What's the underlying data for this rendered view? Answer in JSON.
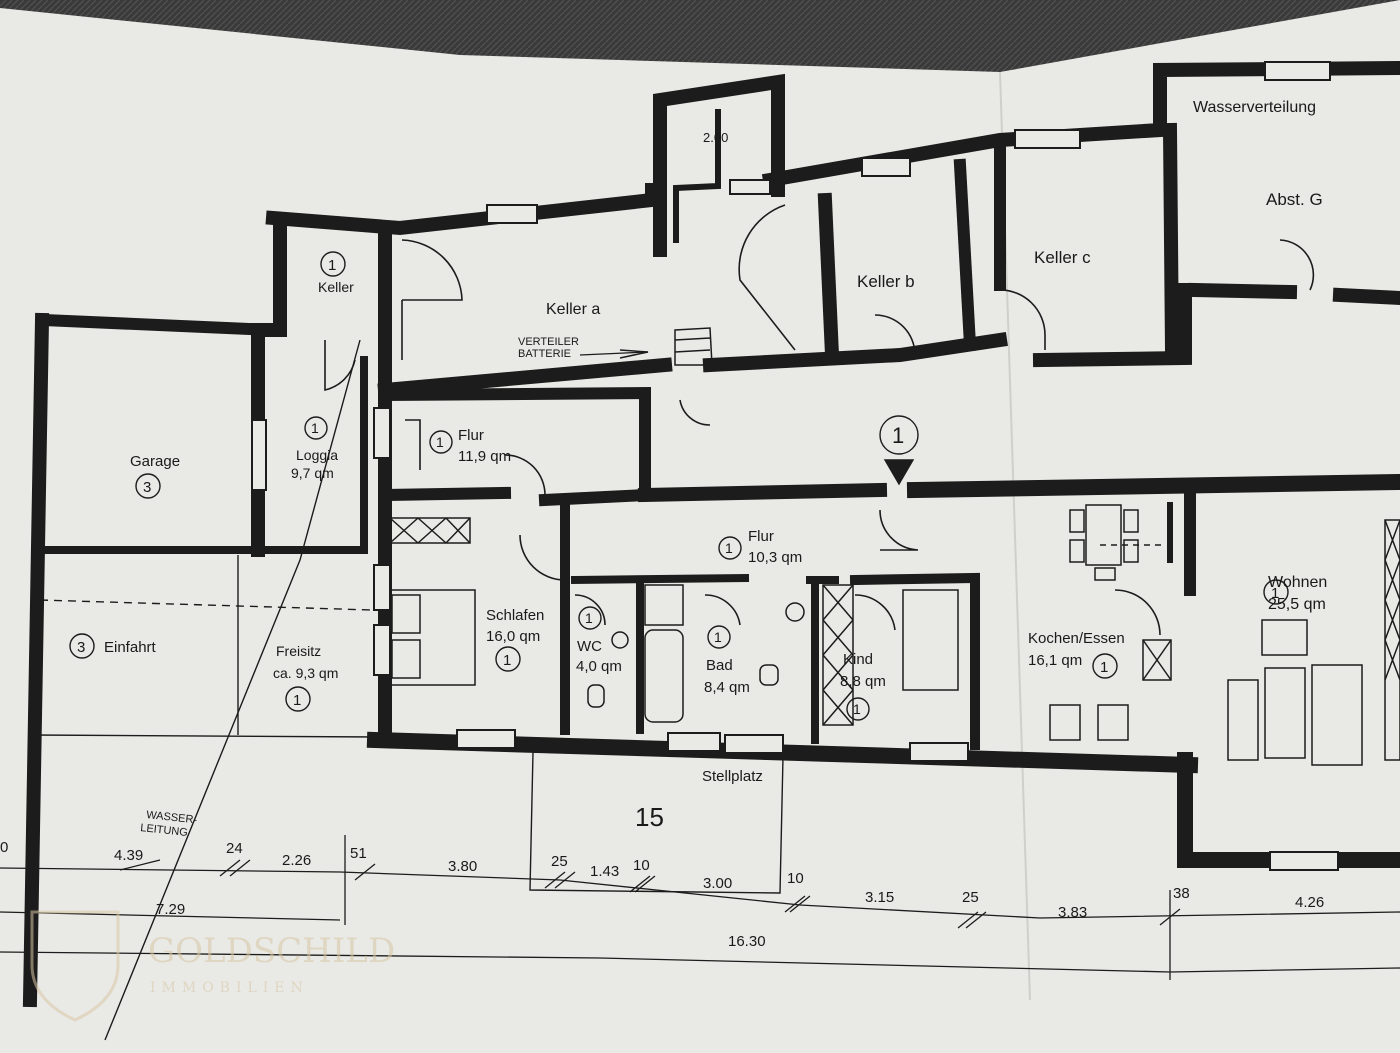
{
  "rooms": {
    "keller_a": "Keller a",
    "keller_b": "Keller b",
    "keller_c": "Keller c",
    "keller": "Keller",
    "wasserverteilung": "Wasserverteilung",
    "abst_g": "Abst. G",
    "verteiler": "VERTEILER",
    "batterie": "BATTERIE",
    "garage": "Garage",
    "loggia": "Loggia",
    "loggia_area": "9,7 qm",
    "flur1": "Flur",
    "flur1_area": "11,9 qm",
    "flur2": "Flur",
    "flur2_area": "10,3 qm",
    "schlafen": "Schlafen",
    "schlafen_area": "16,0 qm",
    "wc": "WC",
    "wc_area": "4,0 qm",
    "bad": "Bad",
    "bad_area": "8,4 qm",
    "kind": "Kind",
    "kind_area": "8,8 qm",
    "kochen": "Kochen/Essen",
    "kochen_area": "16,1 qm",
    "wohnen": "Wohnen",
    "wohnen_area": "25,5 qm",
    "einfahrt": "Einfahrt",
    "freisitz": "Freisitz",
    "freisitz_area": "ca. 9,3 qm",
    "stellplatz": "Stellplatz",
    "stellplatz_no": "15",
    "wasserleitung_1": "WASSER-",
    "wasserleitung_2": "LEITUNG",
    "small_dim": "2.00"
  },
  "markers": {
    "one": "1",
    "three": "3"
  },
  "dimensions": {
    "row1": [
      "0",
      "4.39",
      "24",
      "2.26",
      "51",
      "3.80",
      "25",
      "1.43",
      "10",
      "3.00",
      "10",
      "3.15",
      "25",
      "3.83",
      "38",
      "4.26"
    ],
    "row2": [
      "7.29"
    ],
    "row3": [
      "16.30"
    ]
  },
  "watermark": {
    "name": "GOLDSCHILD",
    "tagline": "IMMOBILIEN"
  },
  "colors": {
    "paper": "#e9e9e6",
    "wall": "#1c1c1c",
    "background": "#3a3a3a",
    "watermark": "#d8c7a4"
  }
}
